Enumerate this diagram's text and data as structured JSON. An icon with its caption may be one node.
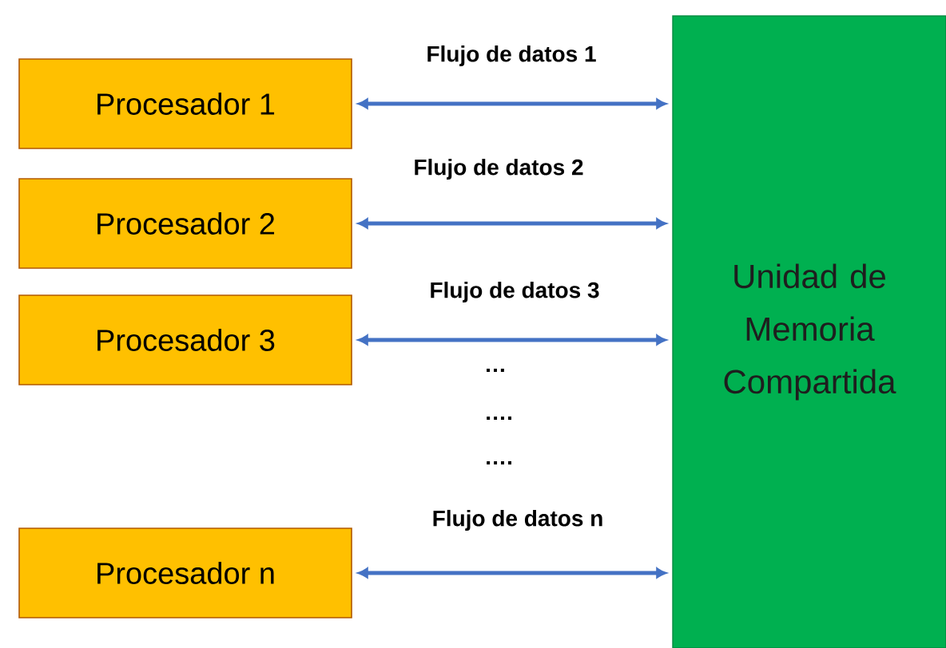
{
  "diagram": {
    "nodes": [
      {
        "text": [
          "Procesador 1"
        ]
      },
      {
        "text": [
          "Procesador 2"
        ]
      },
      {
        "text": [
          "Procesador 3"
        ]
      },
      {
        "text": [
          "Procesador n"
        ]
      },
      {
        "text": [
          "Unidad de Memoria Compartida"
        ]
      }
    ],
    "edges": [
      {
        "from": 0,
        "to": 4,
        "arrow": "both",
        "label": "Flujo de datos 1"
      },
      {
        "from": 1,
        "to": 4,
        "arrow": "both",
        "label": "Flujo de datos 2"
      },
      {
        "from": 2,
        "to": 4,
        "arrow": "both",
        "label": "Flujo de datos 3"
      },
      {
        "from": 3,
        "to": 4,
        "arrow": "both",
        "label": "Flujo de datos n"
      }
    ],
    "labels": [
      "…",
      "….",
      "…."
    ]
  }
}
